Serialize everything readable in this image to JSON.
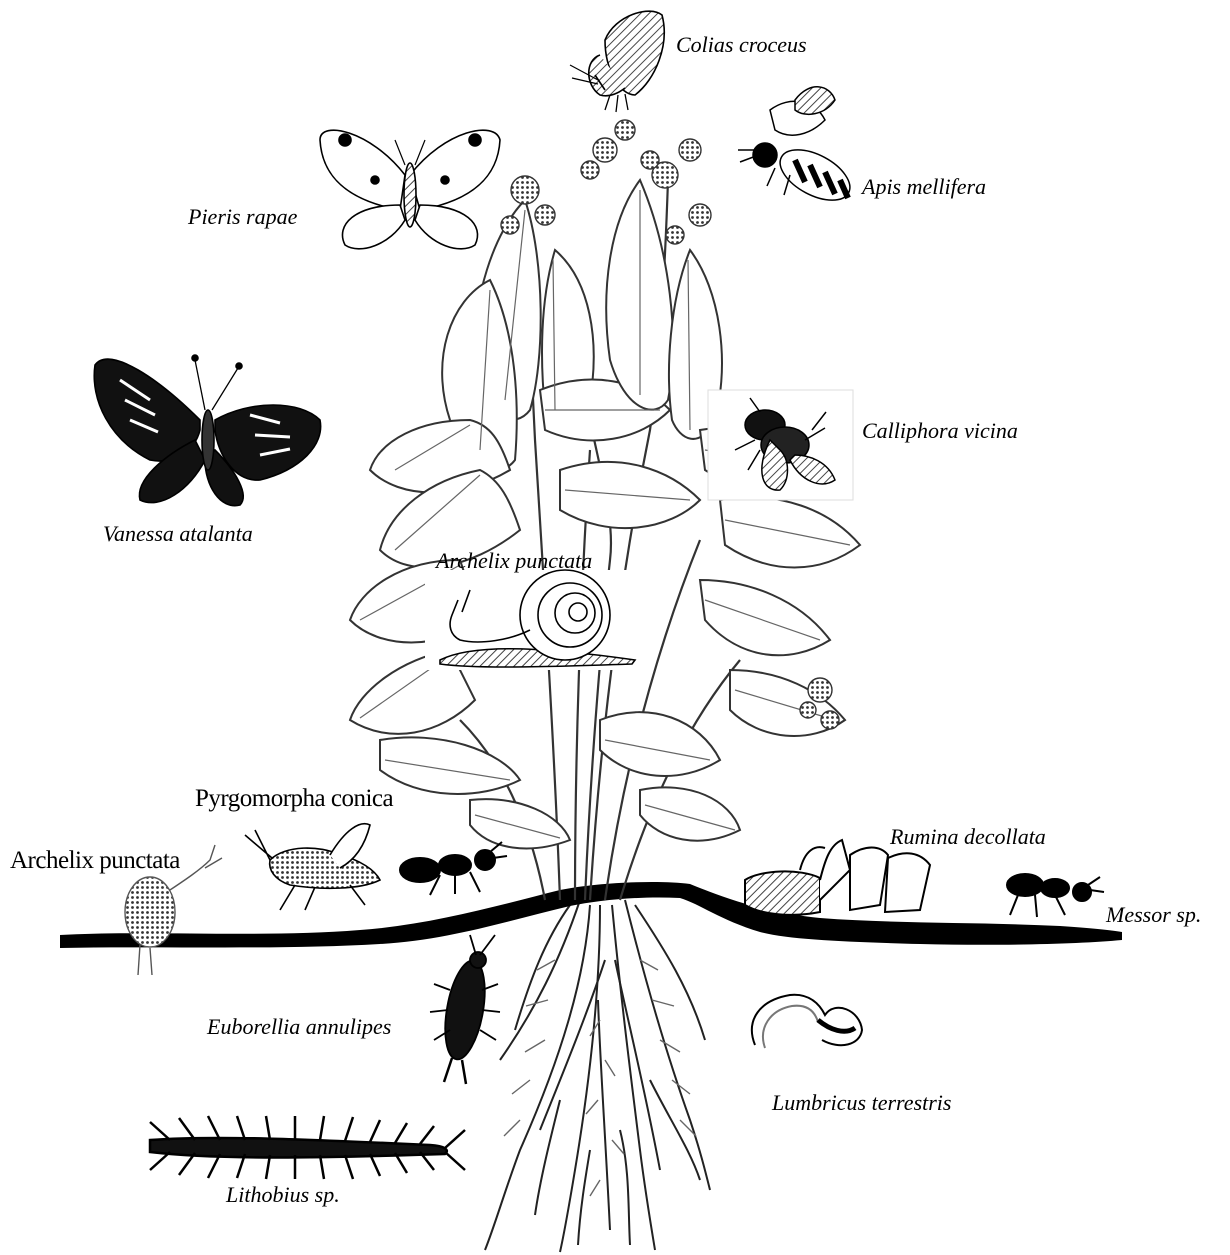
{
  "labels": {
    "colias": "Colias croceus",
    "apis": "Apis mellifera",
    "pieris": "Pieris rapae",
    "vanessa": "Vanessa atalanta",
    "calliphora": "Calliphora vicina",
    "archelix_leaf": "Archelix punctata",
    "pyrgomorpha": "Pyrgomorpha conica",
    "archelix_ground": "Archelix punctata",
    "rumina": "Rumina decollata",
    "messor": "Messor sp.",
    "euborellia": "Euborellia annulipes",
    "lumbricus": "Lumbricus terrestris",
    "lithobius": "Lithobius sp."
  },
  "colors": {
    "ink": "#000000",
    "background": "#ffffff",
    "shade": "#555555"
  }
}
